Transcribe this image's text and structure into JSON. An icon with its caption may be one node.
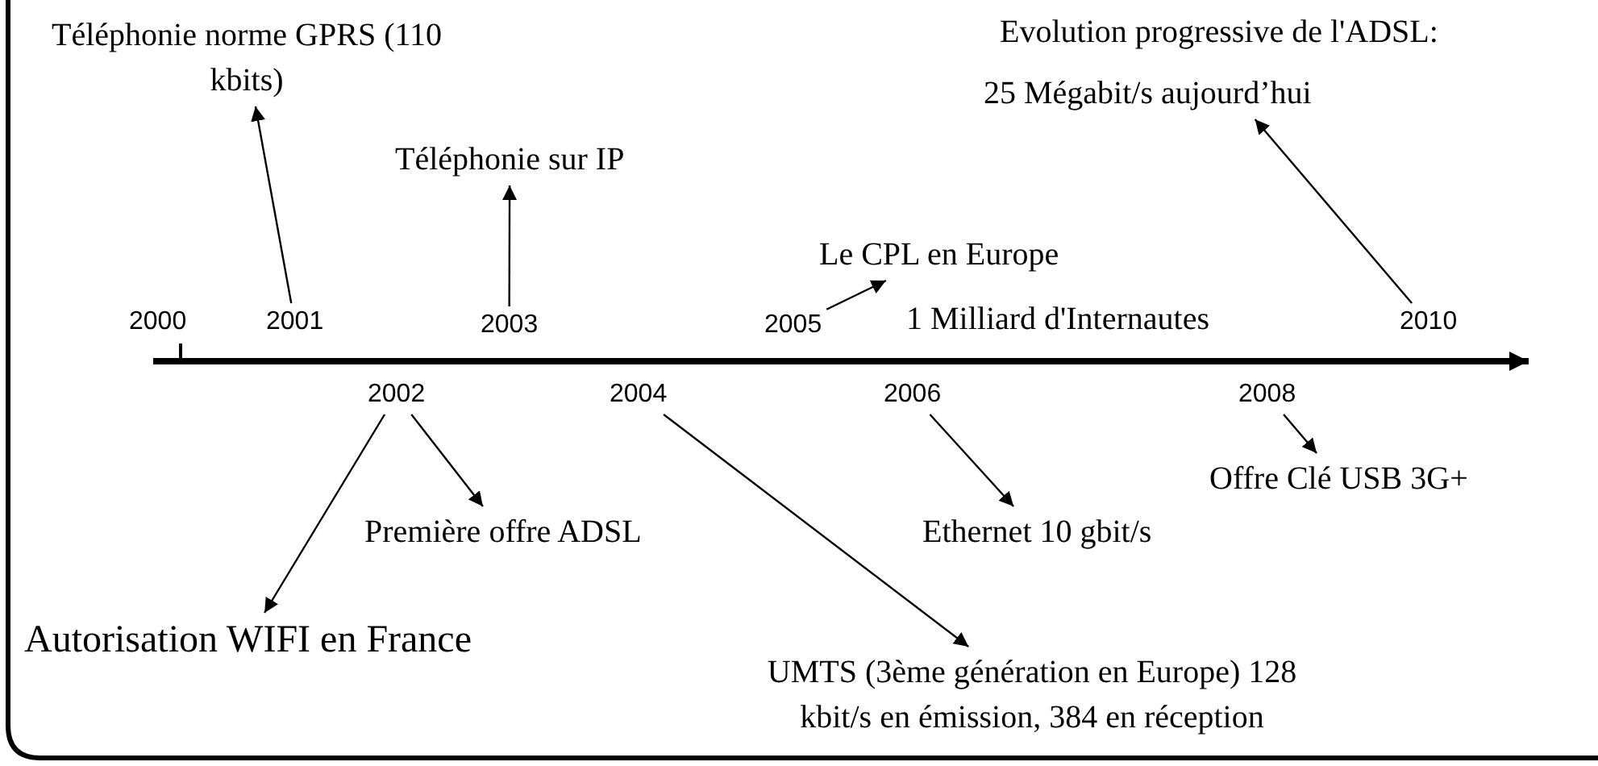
{
  "diagram": {
    "nodes": [
      {
        "text": [
          "Téléphonie norme GPRS (110 kbits)"
        ]
      },
      {
        "text": [
          "Téléphonie sur IP"
        ]
      },
      {
        "text": [
          "Evolution progressive de l'ADSL:",
          "25 Mégabit/s aujourd’hui"
        ]
      },
      {
        "text": [
          "Le CPL en Europe"
        ]
      },
      {
        "text": [
          "2001"
        ]
      },
      {
        "text": [
          "2003"
        ]
      },
      {
        "text": [
          "2005"
        ]
      },
      {
        "text": [
          "2010"
        ]
      },
      {
        "text": [
          "2002"
        ]
      },
      {
        "text": [
          "2004"
        ]
      },
      {
        "text": [
          "2006"
        ]
      },
      {
        "text": [
          "2008"
        ]
      },
      {
        "text": [
          "Offre Clé USB 3G+"
        ]
      },
      {
        "text": [
          "Première offre ADSL"
        ]
      },
      {
        "text": [
          "Ethernet 10 gbit/s"
        ]
      },
      {
        "text": [
          "Autorisation WIFI en France"
        ]
      },
      {
        "text": [
          "UMTS (3ème génération en Europe) 128 kbit/s en émission, 384 en réception"
        ]
      }
    ],
    "edges": [
      {
        "from": 4,
        "to": 0,
        "arrow": "to"
      },
      {
        "from": 5,
        "to": 1,
        "arrow": "to"
      },
      {
        "from": 6,
        "to": 3,
        "arrow": "to"
      },
      {
        "from": 7,
        "to": 2,
        "arrow": "to"
      },
      {
        "from": 8,
        "to": 13,
        "arrow": "to"
      },
      {
        "from": 8,
        "to": 15,
        "arrow": "to"
      },
      {
        "from": 9,
        "to": 16,
        "arrow": "to"
      },
      {
        "from": 10,
        "to": 14,
        "arrow": "to"
      },
      {
        "from": 11,
        "to": 12,
        "arrow": "to"
      }
    ],
    "labels": [
      "2000",
      "1 Milliard d'Internautes"
    ]
  }
}
